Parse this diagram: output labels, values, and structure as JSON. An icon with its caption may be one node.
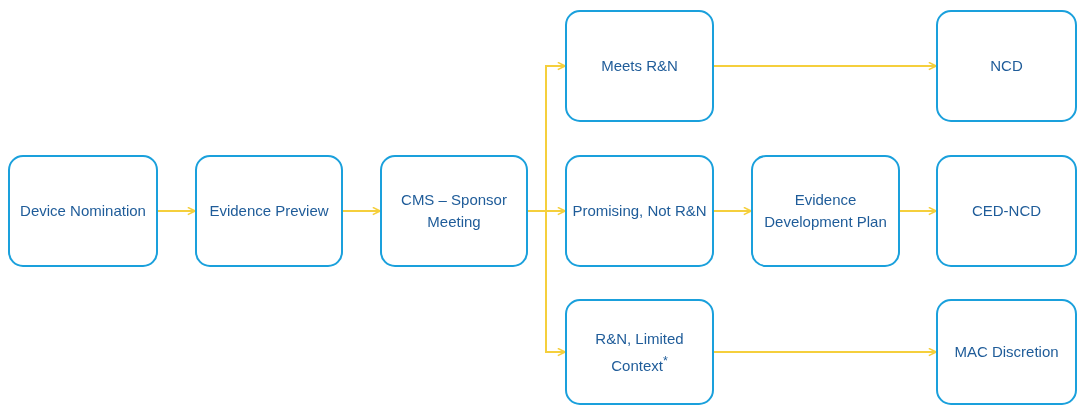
{
  "diagram": {
    "nodes": [
      {
        "text": [
          "Device Nomination"
        ]
      },
      {
        "text": [
          "Evidence Preview"
        ]
      },
      {
        "text": [
          "CMS – Sponsor Meeting"
        ]
      },
      {
        "text": [
          "Meets R&N"
        ]
      },
      {
        "text": [
          "Promising, Not R&N"
        ]
      },
      {
        "text": [
          "Evidence Development Plan"
        ]
      },
      {
        "text": [
          "NCD"
        ]
      },
      {
        "text": [
          "CED-NCD"
        ]
      },
      {
        "text": [
          "R&N, Limited Context$^{*}$"
        ]
      },
      {
        "text": [
          "MAC Discretion"
        ]
      }
    ],
    "edges": [
      {
        "from": 0,
        "to": 1,
        "arrow": "to"
      },
      {
        "from": 1,
        "to": 2,
        "arrow": "to"
      },
      {
        "from": 2,
        "to": 3,
        "arrow": "to"
      },
      {
        "from": 2,
        "to": 4,
        "arrow": "to"
      },
      {
        "from": 2,
        "to": 8,
        "arrow": "to"
      },
      {
        "from": 3,
        "to": 6,
        "arrow": "to"
      },
      {
        "from": 4,
        "to": 5,
        "arrow": "to"
      },
      {
        "from": 5,
        "to": 7,
        "arrow": "to"
      },
      {
        "from": 8,
        "to": 9,
        "arrow": "to"
      }
    ]
  }
}
